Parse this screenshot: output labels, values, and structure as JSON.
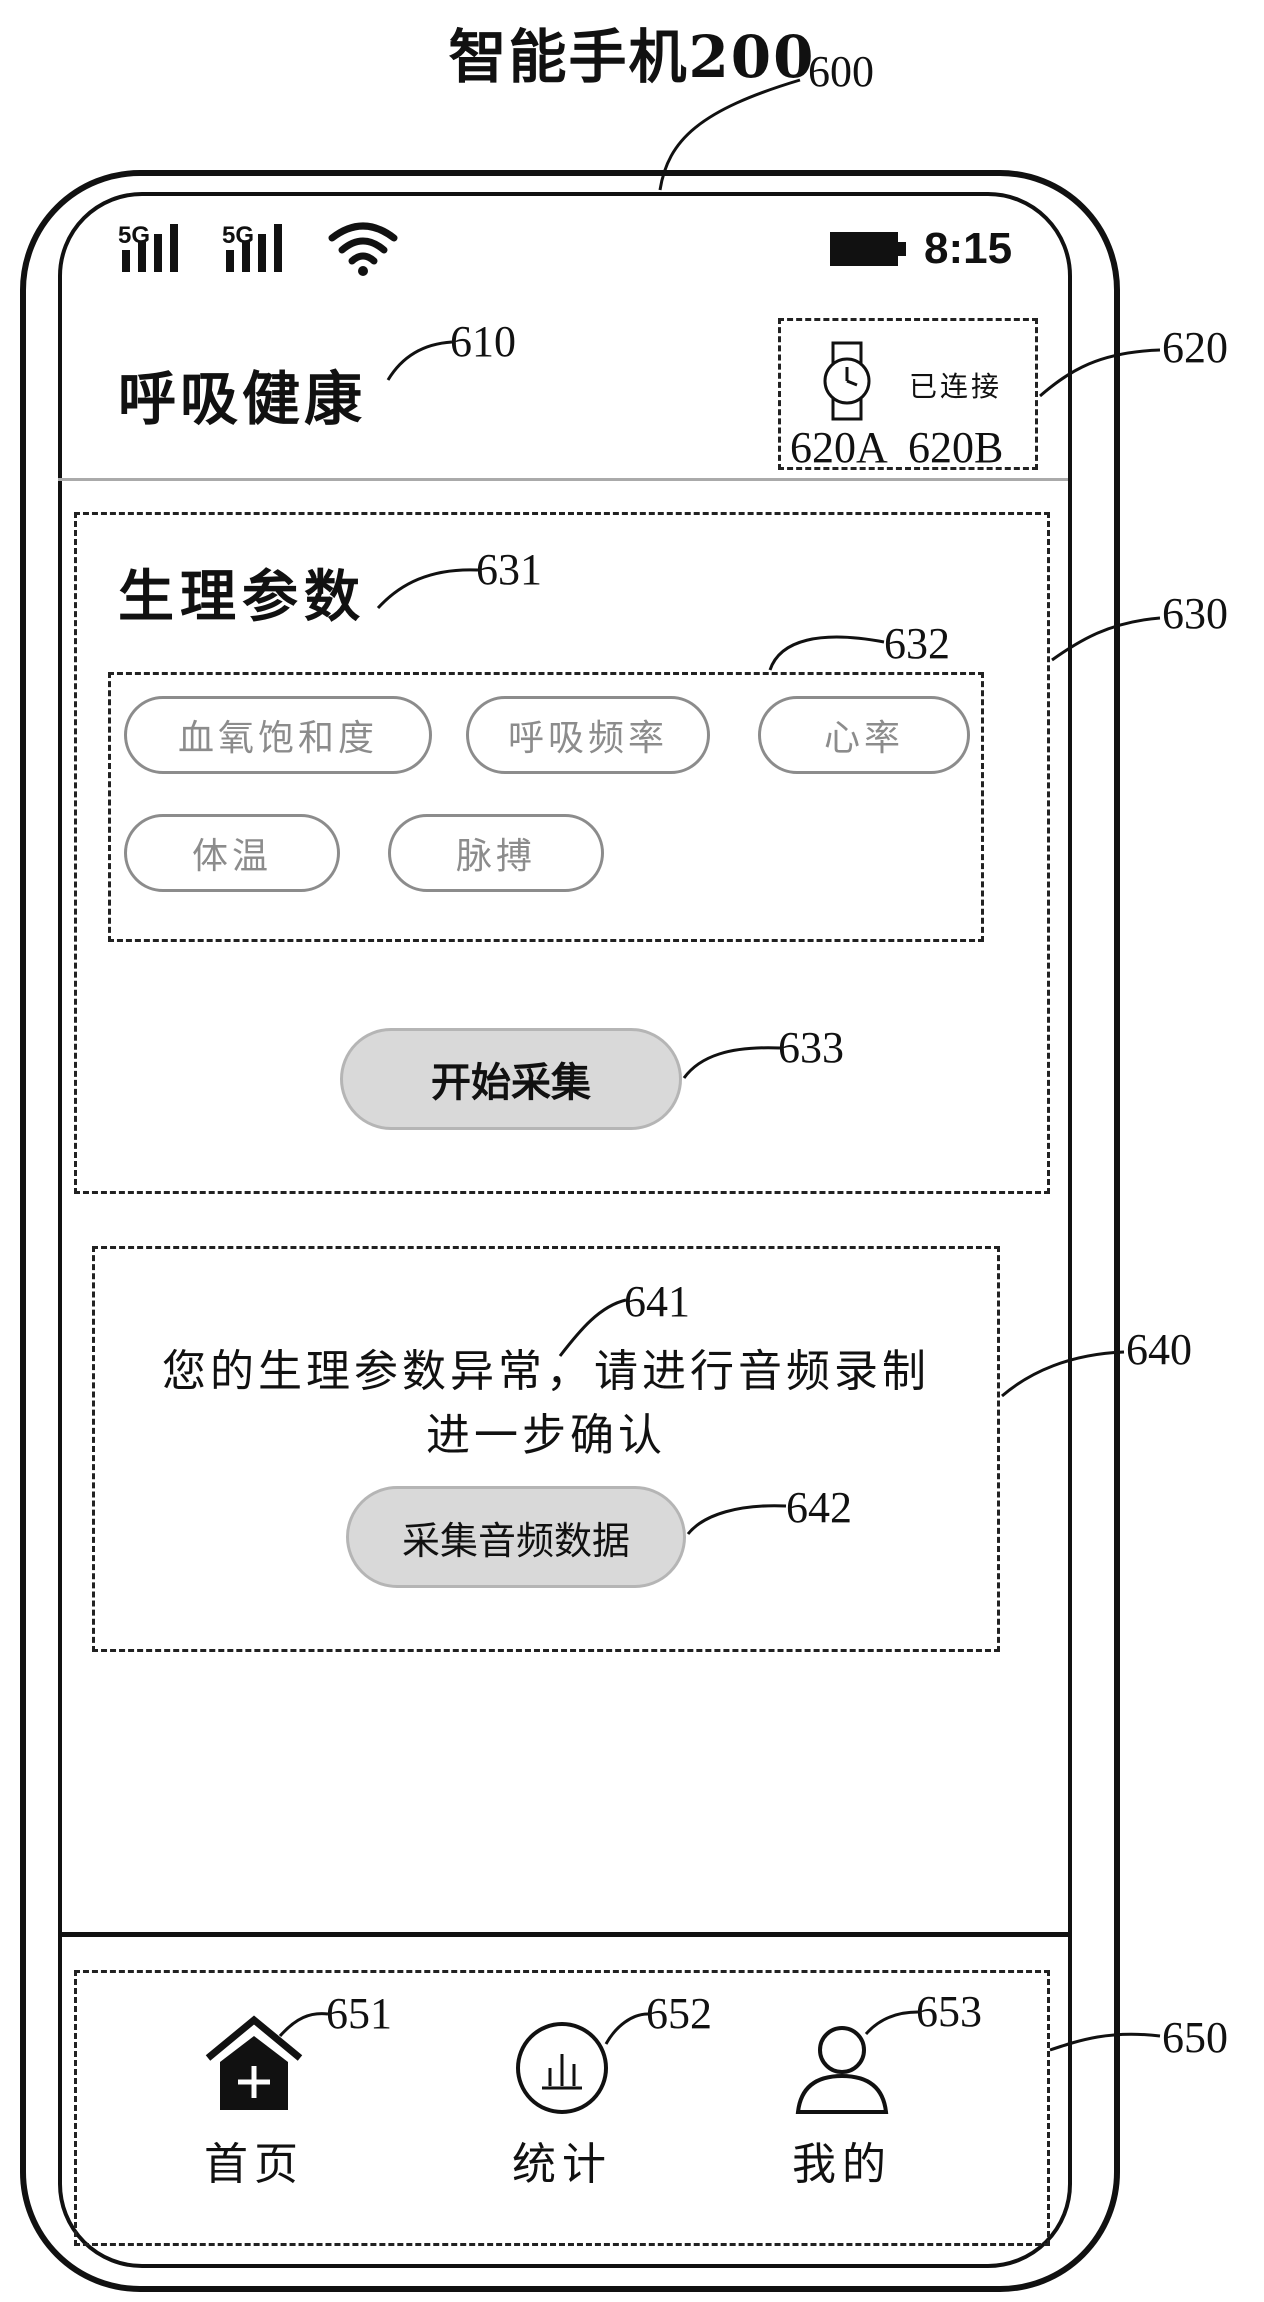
{
  "figure_title": "智能手机200",
  "refs": {
    "phone": "600",
    "app_title": "610",
    "watch_block": "620",
    "watch_icon": "620A",
    "watch_status": "620B",
    "params_section": "630",
    "params_title": "631",
    "chip_group": "632",
    "start_button": "633",
    "alert_section": "640",
    "alert_text": "641",
    "audio_button": "642",
    "nav_bar": "650",
    "nav_home": "651",
    "nav_stats": "652",
    "nav_mine": "653"
  },
  "status_bar": {
    "signal_1_label": "5G",
    "signal_2_label": "5G",
    "time": "8:15",
    "icons": [
      "signal-5g-icon",
      "signal-5g-icon",
      "wifi-icon",
      "battery-icon"
    ]
  },
  "header": {
    "app_title": "呼吸健康",
    "watch_status": "已连接"
  },
  "params": {
    "title": "生理参数",
    "chips": [
      "血氧饱和度",
      "呼吸频率",
      "心率",
      "体温",
      "脉搏"
    ],
    "start_button": "开始采集"
  },
  "alert": {
    "line1": "您的生理参数异常，请进行音频录制",
    "line2": "进一步确认",
    "audio_button": "采集音频数据"
  },
  "nav": {
    "items": [
      {
        "label": "首页",
        "icon": "home-icon"
      },
      {
        "label": "统计",
        "icon": "stats-icon"
      },
      {
        "label": "我的",
        "icon": "user-icon"
      }
    ]
  },
  "colors": {
    "line": "#111111",
    "chip_gray": "#8c8c8c",
    "button_fill": "#d9d9d9",
    "divider": "#aaaaaa"
  }
}
